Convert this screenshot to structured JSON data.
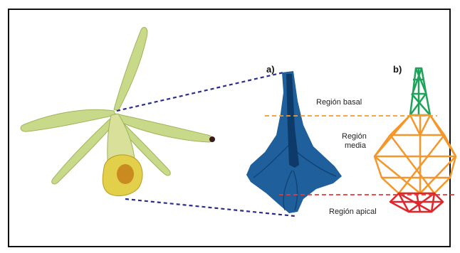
{
  "panels": {
    "a": "a)",
    "b": "b)"
  },
  "regions": {
    "basal": "Región basal",
    "media_line1": "Región",
    "media_line2": "media",
    "apical": "Región apical"
  },
  "colors": {
    "petal": "#c9d98a",
    "petal_shade": "#9fb45a",
    "lip": "#e2cf4a",
    "lip_center": "#c98a1f",
    "blue_tissue": "#1e5f9c",
    "blue_dark": "#0d3a68",
    "basal_mesh": "#1fa35a",
    "media_mesh": "#f5962a",
    "apical_mesh": "#e0262b",
    "divider_orange": "#f39a2a",
    "divider_red": "#e23a3a",
    "guide_lines": "#2a2e8a"
  }
}
